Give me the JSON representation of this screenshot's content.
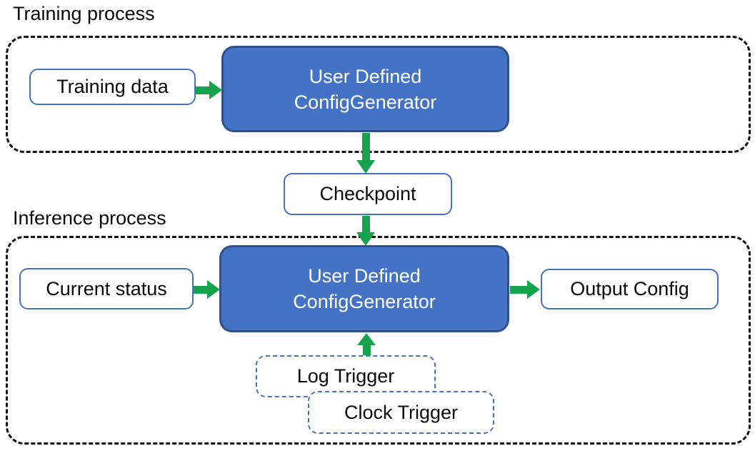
{
  "diagram": {
    "training": {
      "title": "Training process",
      "input_label": "Training data",
      "generator_line1": "User Defined",
      "generator_line2": "ConfigGenerator"
    },
    "checkpoint_label": "Checkpoint",
    "inference": {
      "title": "Inference process",
      "input_label": "Current status",
      "generator_line1": "User Defined",
      "generator_line2": "ConfigGenerator",
      "output_label": "Output Config",
      "log_trigger_label": "Log Trigger",
      "clock_trigger_label": "Clock Trigger"
    },
    "colors": {
      "generator_fill": "#4472C4",
      "generator_border": "#2F528F",
      "io_box_border": "#4472C4",
      "trigger_dash_border": "#4472C4",
      "arrow_green": "#17A24E",
      "container_dash": "#111111",
      "text_dark": "#0A0A0A",
      "text_light": "#FFFFFF",
      "background": "#FFFFFF"
    }
  }
}
